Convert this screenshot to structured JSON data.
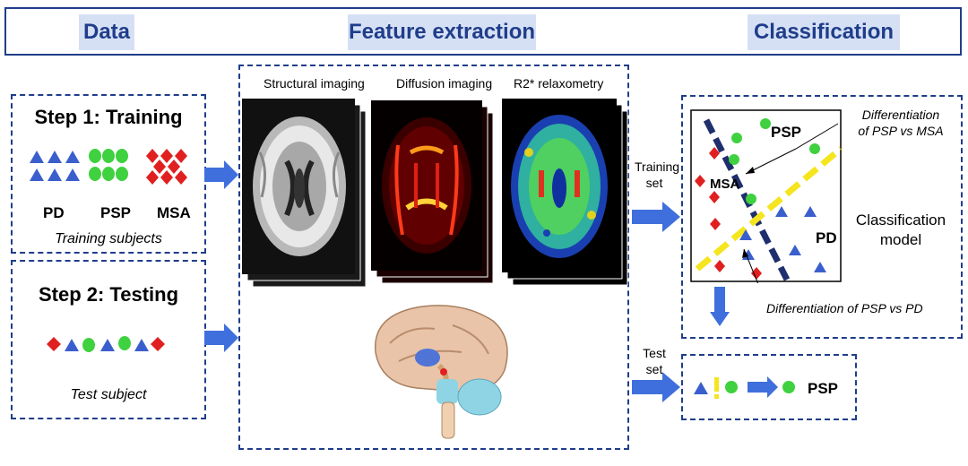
{
  "header": {
    "data_label": "Data",
    "feature_label": "Feature extraction",
    "classification_label": "Classification"
  },
  "training": {
    "title": "Step 1: Training",
    "groups": [
      "PD",
      "PSP",
      "MSA"
    ],
    "caption": "Training subjects"
  },
  "testing": {
    "title": "Step 2: Testing",
    "caption": "Test subject"
  },
  "features": {
    "imaging": [
      "Structural imaging",
      "Diffusion imaging",
      "R2* relaxometry"
    ]
  },
  "flow": {
    "training_set": [
      "Training",
      "set"
    ],
    "test_set": [
      "Test",
      "set"
    ]
  },
  "model": {
    "labels": [
      "PSP",
      "MSA",
      "PD"
    ],
    "caption": [
      "Classification",
      "model"
    ],
    "annot_psp_msa": [
      "Differentiation",
      "of PSP vs MSA"
    ],
    "annot_psp_pd": "Differentiation of PSP vs PD"
  },
  "result": {
    "label": "PSP"
  },
  "colors": {
    "navy": "#1f3d8a",
    "triangle": "#3a5fcd",
    "circle": "#3fd13f",
    "diamond": "#e02020",
    "arrow": "#3f6fdc",
    "yellow": "#f5e51e"
  }
}
